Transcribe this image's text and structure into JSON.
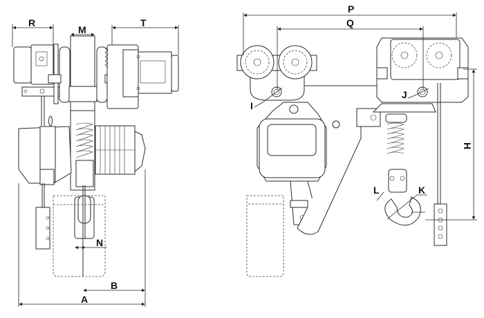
{
  "title": "Electric chain hoist with trolley dimension drawing",
  "labels": {
    "R": "R",
    "M": "M",
    "T": "T",
    "N": "N",
    "B": "B",
    "A": "A",
    "P": "P",
    "Q": "Q",
    "I": "I",
    "J": "J",
    "H": "H",
    "K": "K",
    "L": "L"
  },
  "colors": {
    "line": "#2a2a2a",
    "background": "#ffffff"
  }
}
